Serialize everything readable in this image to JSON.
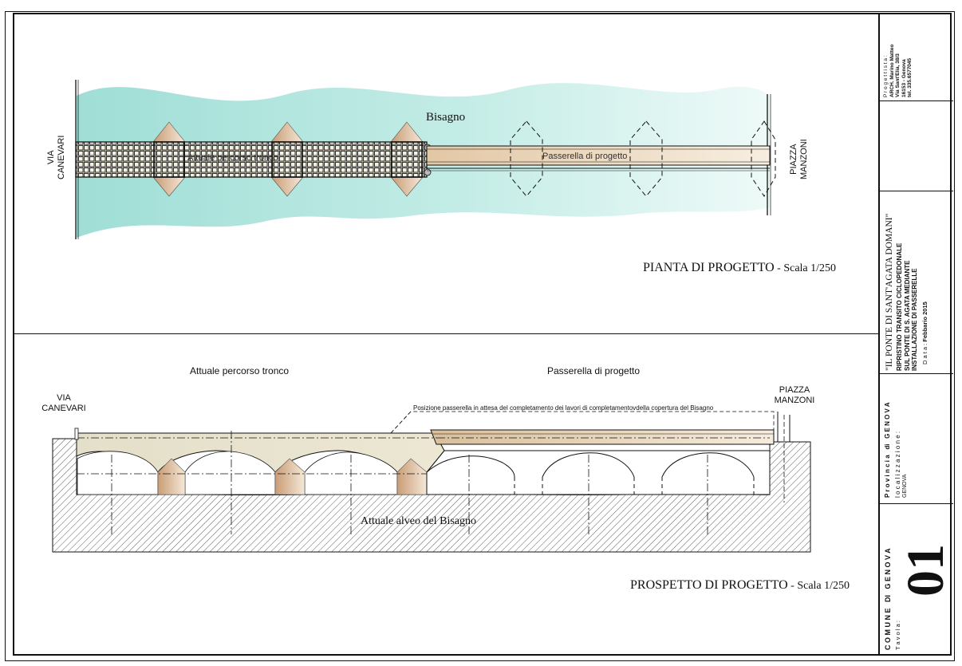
{
  "plan": {
    "left_label_1": "VIA",
    "left_label_2": "CANEVARI",
    "right_label_1": "PIAZZA",
    "right_label_2": "MANZONI",
    "river_label": "Bisagno",
    "existing_path_label": "Attuale percorso tronco",
    "new_path_label": "Passerella di progetto",
    "caption_main": "PIANTA DI PROGETTO",
    "caption_scale": " - Scala 1/250"
  },
  "elevation": {
    "existing_label": "Attuale percorso tronco",
    "new_label": "Passerella di progetto",
    "left_label_1": "VIA",
    "left_label_2": "CANEVARI",
    "right_label_1": "PIAZZA",
    "right_label_2": "MANZONI",
    "temp_note": "Posizione passerella in attesa del completamento dei lavori di completamentovdella copertura del Bisagno",
    "riverbed_label": "Attuale alveo del Bisagno",
    "caption_main": "PROSPETTO DI PROGETTO",
    "caption_scale": " - Scala 1/250"
  },
  "title_block": {
    "designer_heading": "P r o g e t t i s t a :",
    "designer_name": "ARCH. Marino Matteo",
    "designer_address": "Via Sant'Elia, 38/3",
    "designer_city": "16153 - Genova",
    "designer_phone": "tel. 335.6577045",
    "project_title": "\"IL PONTE DI SANT'AGATA DOMANI\"",
    "desc_1": "RIPRISTINO TRANSITO CICLOPEDONALE",
    "desc_2": "SUL PONTE DI S. AGATA MEDIANTE",
    "desc_3": "INSTALLAZIONE DI PASSERELLE",
    "date_label": "D a t a :",
    "date_value": "Febbario 2015",
    "province_label": "P r o v i n c i a   di   G E N O V A",
    "location_label": "l o c a l i z z a z i o n e :",
    "location_value": "GENOVA",
    "municipality_label": "C O M U N E   DI   G E N O V A",
    "sheet_label": "T a v o l a :",
    "sheet_number": "01"
  },
  "colors": {
    "water": "#a9e3dc",
    "existing_deck": "#e6e0c8",
    "new_deck": "#e9d3b2",
    "pier": "#d9b48c",
    "ink": "#111111"
  }
}
